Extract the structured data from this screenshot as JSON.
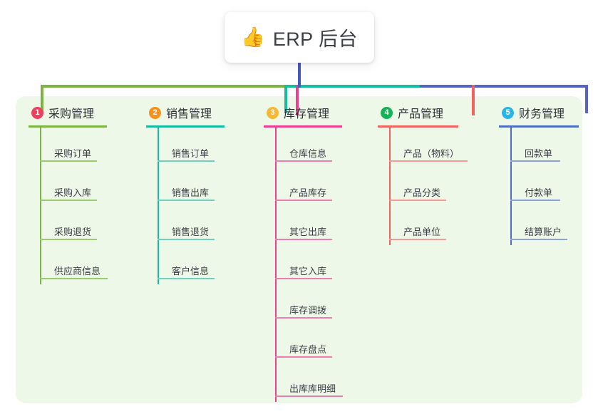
{
  "title": {
    "icon": "thumbs-up-emoji",
    "emoji": "👍",
    "text": "ERP 后台"
  },
  "panel": {
    "background_color": "#eef8e9"
  },
  "connectors": {
    "stem_color": "#4558bd",
    "bus_segment_colors": [
      "#7cb342",
      "#12bda0",
      "#5564c4"
    ]
  },
  "columns": [
    {
      "number": "1",
      "title": "采购管理",
      "badge_color": "#ef3f5f",
      "line_color": "#7cb342",
      "rule_color": "#9acd6a",
      "head_width": 110,
      "items": [
        {
          "label": "采购订单",
          "rule_width": 80
        },
        {
          "label": "采购入库",
          "rule_width": 80
        },
        {
          "label": "采购退货",
          "rule_width": 80
        },
        {
          "label": "供应商信息",
          "rule_width": 95
        }
      ]
    },
    {
      "number": "2",
      "title": "销售管理",
      "badge_color": "#f5911e",
      "line_color": "#12bda0",
      "rule_color": "#6fd0c0",
      "head_width": 110,
      "items": [
        {
          "label": "销售订单",
          "rule_width": 80
        },
        {
          "label": "销售出库",
          "rule_width": 80
        },
        {
          "label": "销售退货",
          "rule_width": 80
        },
        {
          "label": "客户信息",
          "rule_width": 80
        }
      ]
    },
    {
      "number": "3",
      "title": "库存管理",
      "badge_color": "#f7b731",
      "line_color": "#ec3f8f",
      "rule_color": "#f07cb3",
      "head_width": 110,
      "items": [
        {
          "label": "仓库信息",
          "rule_width": 80
        },
        {
          "label": "产品库存",
          "rule_width": 80
        },
        {
          "label": "其它出库",
          "rule_width": 80
        },
        {
          "label": "其它入库",
          "rule_width": 80
        },
        {
          "label": "库存调拨",
          "rule_width": 80
        },
        {
          "label": "库存盘点",
          "rule_width": 80
        },
        {
          "label": "出库库明细",
          "rule_width": 95
        }
      ]
    },
    {
      "number": "4",
      "title": "产品管理",
      "badge_color": "#14b356",
      "line_color": "#f2625e",
      "rule_color": "#f79a96",
      "head_width": 113,
      "items": [
        {
          "label": "产品（物料）",
          "rule_width": 110
        },
        {
          "label": "产品分类",
          "rule_width": 80
        },
        {
          "label": "产品单位",
          "rule_width": 80
        }
      ]
    },
    {
      "number": "5",
      "title": "财务管理",
      "badge_color": "#28b6e8",
      "line_color": "#4f6fc4",
      "rule_color": "#8aa3da",
      "head_width": 112,
      "items": [
        {
          "label": "回款单",
          "rule_width": 70
        },
        {
          "label": "付款单",
          "rule_width": 70
        },
        {
          "label": "结算账户",
          "rule_width": 80
        }
      ]
    }
  ]
}
